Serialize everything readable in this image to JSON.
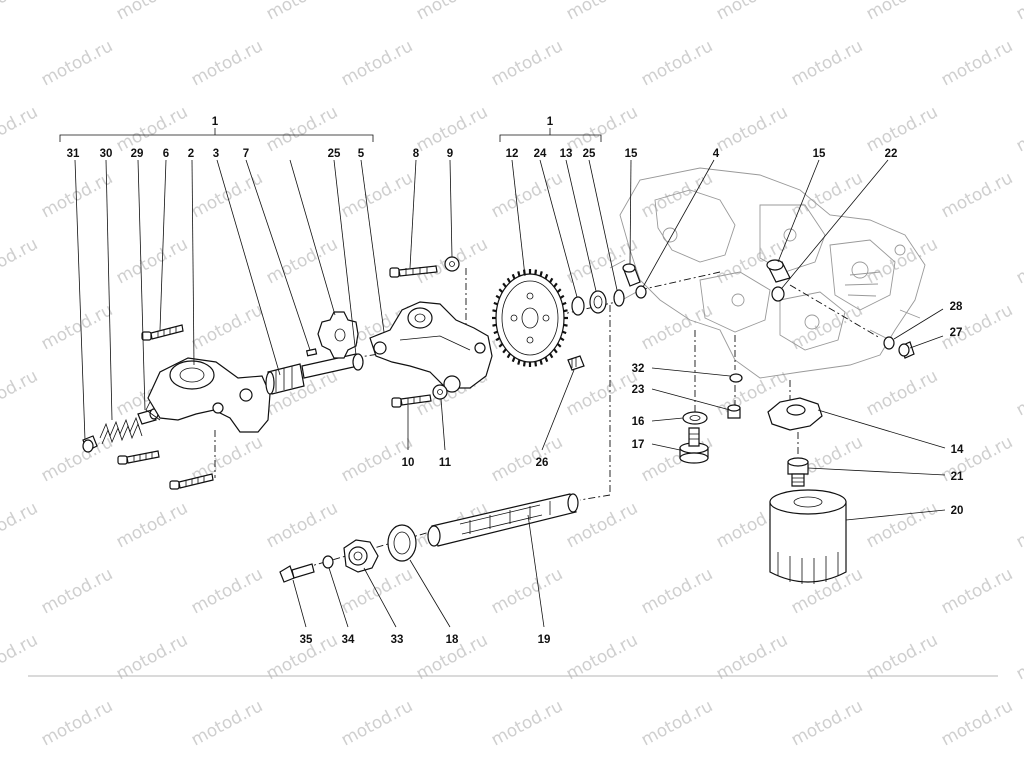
{
  "watermark": "motod.ru",
  "group_labels": {
    "left": "1",
    "right": "1"
  },
  "callouts": {
    "p31": "31",
    "p30": "30",
    "p29": "29",
    "p6": "6",
    "p2": "2",
    "p3": "3",
    "p7": "7",
    "p25a": "25",
    "p5": "5",
    "p8": "8",
    "p9": "9",
    "p12": "12",
    "p24": "24",
    "p13": "13",
    "p25b": "25",
    "p15a": "15",
    "p4": "4",
    "p15b": "15",
    "p22": "22",
    "p28": "28",
    "p27": "27",
    "p32": "32",
    "p23": "23",
    "p16": "16",
    "p17": "17",
    "p14": "14",
    "p21": "21",
    "p20": "20",
    "p10": "10",
    "p11": "11",
    "p26": "26",
    "p19": "19",
    "p18": "18",
    "p33": "33",
    "p34": "34",
    "p35": "35"
  },
  "colors": {
    "line": "#111111",
    "watermark": "#cfcfcf",
    "casing": "#999999",
    "background": "#ffffff"
  }
}
